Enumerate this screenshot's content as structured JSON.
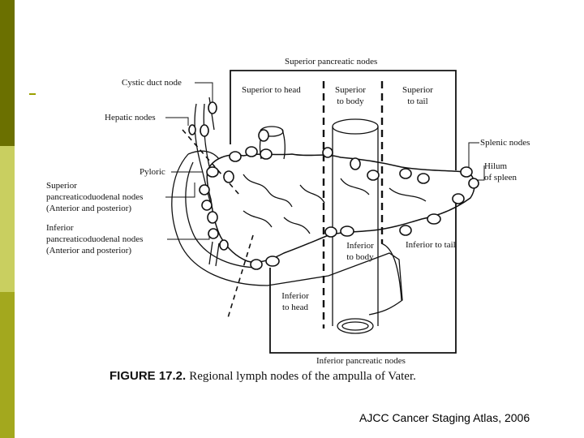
{
  "slide": {
    "sidebar_colors": [
      "#6b7000",
      "#c9cf60",
      "#a3a81e"
    ],
    "accent_mark_color": "#9aa000"
  },
  "labels": {
    "superior_pancreatic_nodes": "Superior pancreatic nodes",
    "cystic_duct_node": "Cystic duct node",
    "hepatic_nodes": "Hepatic nodes",
    "pyloric": "Pyloric",
    "sup_pd_line1": "Superior",
    "sup_pd_line2": "pancreaticoduodenal nodes",
    "sup_pd_line3": "(Anterior and posterior)",
    "inf_pd_line1": "Inferior",
    "inf_pd_line2": "pancreaticoduodenal nodes",
    "inf_pd_line3": "(Anterior and posterior)",
    "superior_to_head": "Superior to head",
    "superior_to_body_1": "Superior",
    "superior_to_body_2": "to body",
    "superior_to_tail_1": "Superior",
    "superior_to_tail_2": "to tail",
    "splenic_nodes": "Splenic nodes",
    "hilum_1": "Hilum",
    "hilum_2": "of spleen",
    "inferior_to_body_1": "Inferior",
    "inferior_to_body_2": "to body",
    "inferior_to_tail": "Inferior to tail",
    "inferior_to_head_1": "Inferior",
    "inferior_to_head_2": "to head",
    "inferior_pancreatic_nodes": "Inferior pancreatic nodes"
  },
  "caption": {
    "figure": "FIGURE 17.2.",
    "text": "Regional lymph nodes of the ampulla of Vater."
  },
  "credit": "AJCC Cancer Staging Atlas, 2006"
}
